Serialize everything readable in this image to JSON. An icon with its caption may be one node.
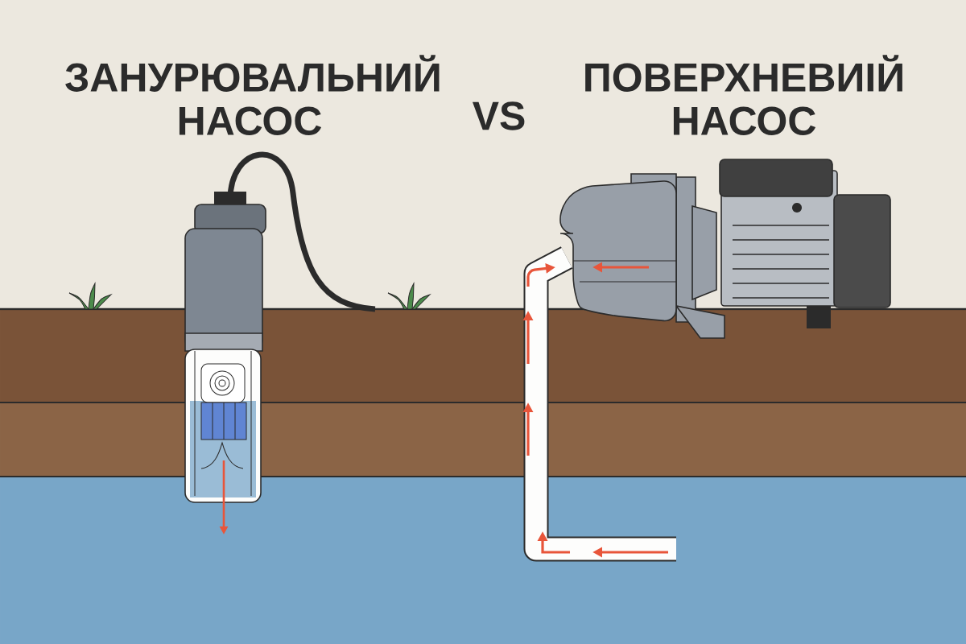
{
  "diagram": {
    "labels": [
      "ЗАНУРЮВАЛЬНИЙ НАСОС",
      "VS",
      "ПОВЕРХНЕВИІЙ НАСОС"
    ]
  }
}
